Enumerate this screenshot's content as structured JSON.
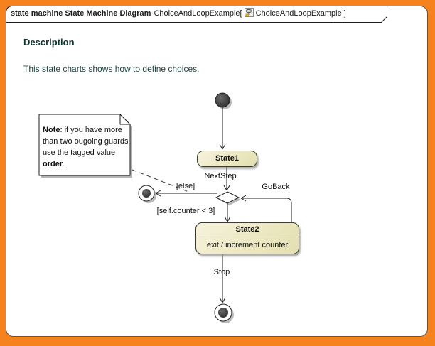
{
  "window": {
    "frame_kind": "state machine diagram frame",
    "title_bold": "state machine State Machine Diagram",
    "title_model": "ChoiceAndLoopExample[",
    "title_ref": "ChoiceAndLoopExample ]",
    "title_icon": "state-machine-diagram-icon"
  },
  "description": {
    "heading": "Description",
    "text": "This state charts shows how to define choices."
  },
  "note": {
    "bold_lead": "Note",
    "text_mid": ": if you have more than two ougoing guards use the tagged value ",
    "bold_tail": "order",
    "period": "."
  },
  "diagram": {
    "initial_state": "initial-pseudostate",
    "choice_node": "choice-pseudostate",
    "final_states": [
      "final-state-left",
      "final-state-bottom"
    ],
    "states": {
      "state1": {
        "label": "State1"
      },
      "state2": {
        "label": "State2",
        "internal_activity": "exit / increment counter"
      }
    },
    "transitions": {
      "next_step": "NextStep",
      "else_guard": "[else]",
      "go_back": "GoBack",
      "counter_guard": "[self.counter < 3]",
      "stop": "Stop"
    }
  },
  "colors": {
    "border_orange": "#F6821E",
    "state_fill": "#ECE8C2",
    "heading_teal": "#0D3533",
    "body_teal": "#1C4644",
    "shadow_gray": "#B4B4B4",
    "canvas": "#FFFFFF"
  }
}
